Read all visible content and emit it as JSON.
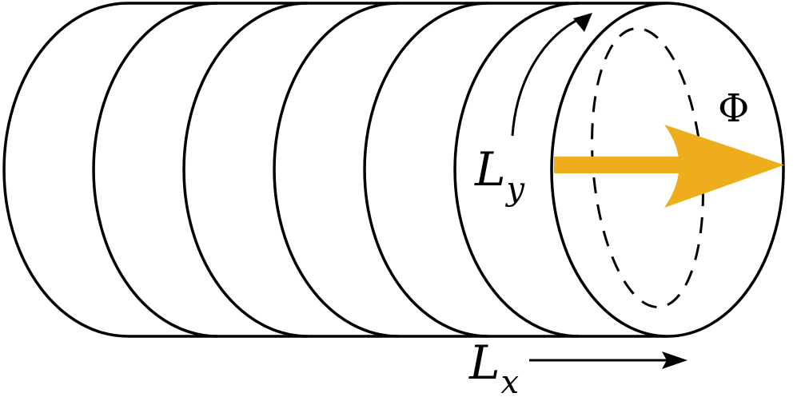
{
  "labels": {
    "ly_main": "L",
    "ly_sub": "y",
    "lx_main": "L",
    "lx_sub": "x",
    "phi": "Φ"
  },
  "colors": {
    "stroke": "#000000",
    "flux_arrow": "#EEAD1C",
    "background": "#ffffff"
  }
}
